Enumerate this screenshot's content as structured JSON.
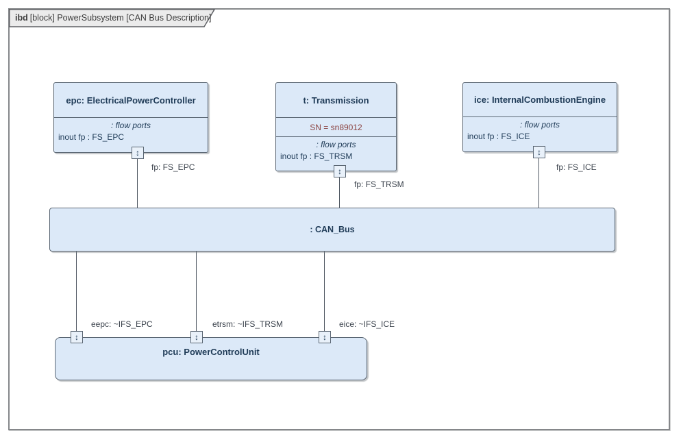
{
  "frame": {
    "tab_keyword": "ibd",
    "tab_title": "[block] PowerSubsystem [CAN Bus Description]"
  },
  "icons": {
    "flow_port": "↕"
  },
  "colors": {
    "block_fill": "#dce9f8",
    "block_border": "#5a6673",
    "name_text": "#1f3b57",
    "attribute_text": "#8b4341",
    "frame_border": "#85878a",
    "tab_fill": "#ebebeb",
    "connector": "#4d5560"
  },
  "blocks": {
    "epc": {
      "name": "epc: ElectricalPowerController",
      "compartment_label": ": flow ports",
      "flow_port": "inout fp : FS_EPC",
      "port_label": "fp: FS_EPC"
    },
    "t": {
      "name": "t: Transmission",
      "attribute": "SN = sn89012",
      "compartment_label": ": flow ports",
      "flow_port": "inout fp : FS_TRSM",
      "port_label": "fp: FS_TRSM"
    },
    "ice": {
      "name": "ice: InternalCombustionEngine",
      "compartment_label": ": flow ports",
      "flow_port": "inout fp : FS_ICE",
      "port_label": "fp: FS_ICE"
    },
    "can_bus": {
      "name": ": CAN_Bus"
    },
    "pcu": {
      "name": "pcu: PowerControlUnit",
      "ports": [
        {
          "label": "eepc: ~IFS_EPC"
        },
        {
          "label": "etrsm: ~IFS_TRSM"
        },
        {
          "label": "eice: ~IFS_ICE"
        }
      ]
    }
  }
}
